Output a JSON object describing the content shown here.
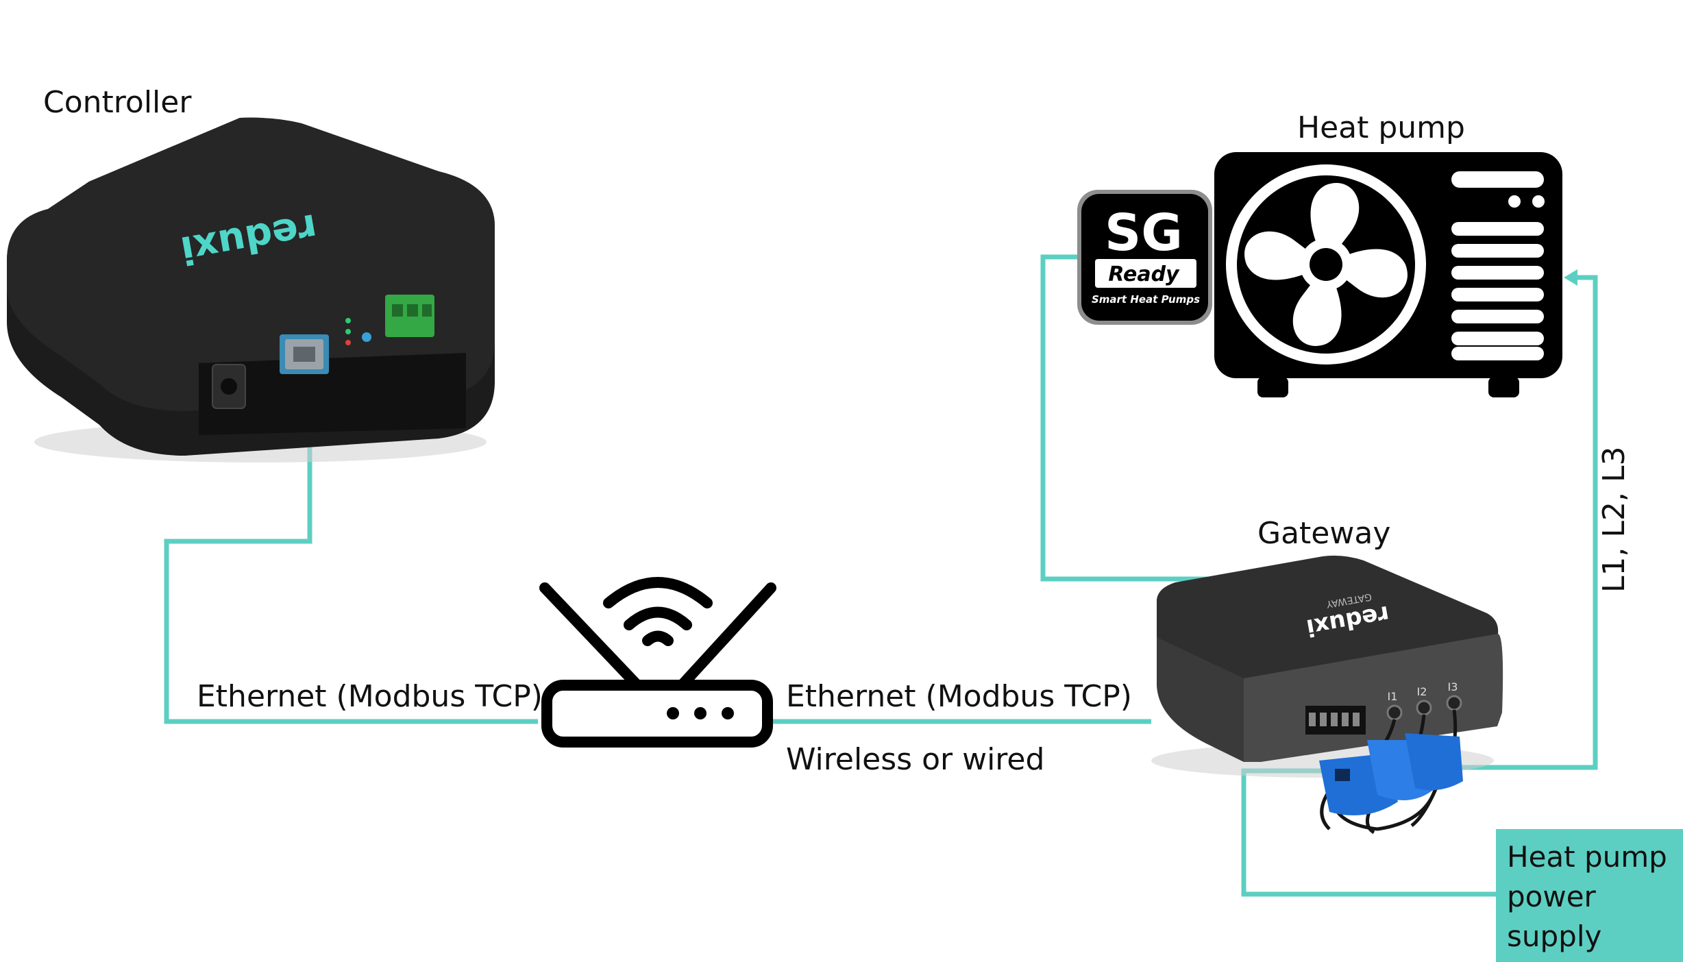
{
  "labels": {
    "controller": "Controller",
    "heat_pump": "Heat pump",
    "gateway": "Gateway",
    "ethernet_left": "Ethernet (Modbus TCP)",
    "ethernet_right": "Ethernet (Modbus TCP)",
    "wireless": "Wireless or wired",
    "phases": "L1, L2, L3",
    "power_supply_line1": "Heat pump",
    "power_supply_line2": "power",
    "power_supply_line3": "supply"
  },
  "badge": {
    "sg": "SG",
    "ready": "Ready",
    "sub": "Smart Heat Pumps"
  },
  "brand": {
    "controller_logo": "reduxi",
    "gateway_logo": "reduxi",
    "gateway_sub": "GATEWAY",
    "i1": "I1",
    "i2": "I2",
    "i3": "I3"
  },
  "colors": {
    "connector": "#5ccfc2",
    "device": "#1e1e1e",
    "accent": "#37c9b8",
    "clamp": "#1f6fd6"
  }
}
